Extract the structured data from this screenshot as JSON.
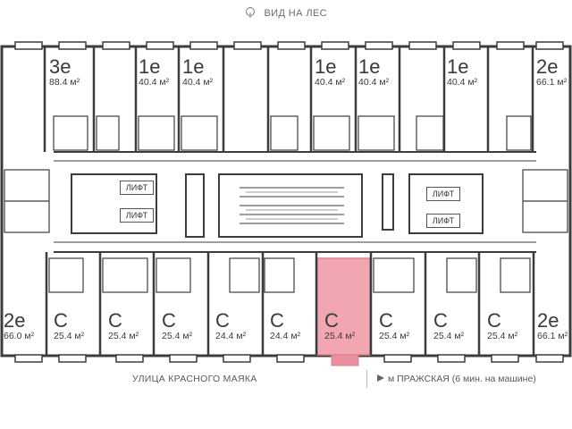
{
  "header": {
    "view_label": "ВИД НА ЛЕС",
    "icon": "tree-icon"
  },
  "units": [
    {
      "type": "3e",
      "area": "88.4 м²"
    },
    {
      "type": "1e",
      "area": "40.4 м²"
    },
    {
      "type": "1e",
      "area": "40.4 м²"
    },
    {
      "type": "1e",
      "area": "40.4 м²"
    },
    {
      "type": "1e",
      "area": "40.4 м²"
    },
    {
      "type": "1e",
      "area": "40.4 м²"
    },
    {
      "type": "2e",
      "area": "66.1 м²"
    },
    {
      "type": "2e",
      "area": "66.0 м²"
    },
    {
      "type": "C",
      "area": "25.4 м²"
    },
    {
      "type": "C",
      "area": "25.4 м²"
    },
    {
      "type": "C",
      "area": "25.4 м²"
    },
    {
      "type": "C",
      "area": "24.4 м²"
    },
    {
      "type": "C",
      "area": "24.4 м²"
    },
    {
      "type": "C",
      "area": "25.4 м²",
      "highlighted": true
    },
    {
      "type": "C",
      "area": "25.4 м²"
    },
    {
      "type": "C",
      "area": "25.4 м²"
    },
    {
      "type": "C",
      "area": "25.4 м²"
    },
    {
      "type": "2e",
      "area": "66.1 м²"
    }
  ],
  "lifts": [
    "ЛИФТ",
    "ЛИФТ",
    "ЛИФТ",
    "ЛИФТ"
  ],
  "footer": {
    "street": "УЛИЦА КРАСНОГО МАЯКА",
    "metro": "м ПРАЖСКАЯ (6 мин. на машине)"
  },
  "colors": {
    "highlight": "#e8919e",
    "highlight_fill": "#f2a6b1",
    "wall": "#3c3c3c"
  }
}
